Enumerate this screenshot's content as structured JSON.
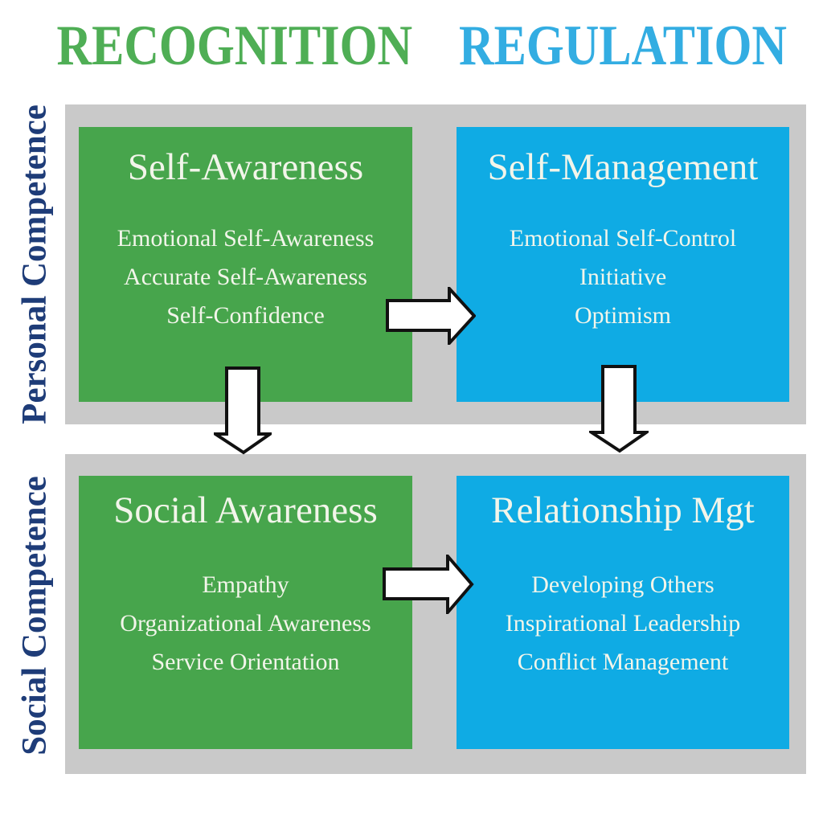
{
  "columns": [
    {
      "label": "RECOGNITION",
      "color_hex": "#4FAE55"
    },
    {
      "label": "REGULATION",
      "color_hex": "#33ADE2"
    }
  ],
  "rows": [
    {
      "side_label": "Personal Competence",
      "boxes": [
        {
          "title": "Self-Awareness",
          "color": "green",
          "items": [
            "Emotional Self-Awareness",
            "Accurate Self-Awareness",
            "Self-Confidence"
          ]
        },
        {
          "title": "Self-Management",
          "color": "blue",
          "items": [
            "Emotional Self-Control",
            "Initiative",
            "Optimism"
          ]
        }
      ]
    },
    {
      "side_label": "Social Competence",
      "boxes": [
        {
          "title": "Social Awareness",
          "color": "green",
          "items": [
            "Empathy",
            "Organizational Awareness",
            "Service Orientation"
          ]
        },
        {
          "title": "Relationship Mgt",
          "color": "blue",
          "items": [
            "Developing Others",
            "Inspirational Leadership",
            "Conflict Management"
          ]
        }
      ]
    }
  ],
  "arrows": [
    {
      "name": "arrow-self-awareness-to-self-management",
      "direction": "right"
    },
    {
      "name": "arrow-self-awareness-to-social-awareness",
      "direction": "down"
    },
    {
      "name": "arrow-self-management-to-relationship-mgt",
      "direction": "down"
    },
    {
      "name": "arrow-social-awareness-to-relationship-mgt",
      "direction": "right"
    }
  ],
  "colors": {
    "header_green": "#4FAE55",
    "header_blue": "#33ADE2",
    "box_green": "#47A54C",
    "box_blue": "#0FABE4",
    "band_gray": "#C9C9C9",
    "side_navy": "#1E3C78",
    "box_text": "#F2F5EA",
    "arrow_fill": "#FFFFFF",
    "arrow_outline": "#111111",
    "page_bg": "#FFFFFF"
  }
}
